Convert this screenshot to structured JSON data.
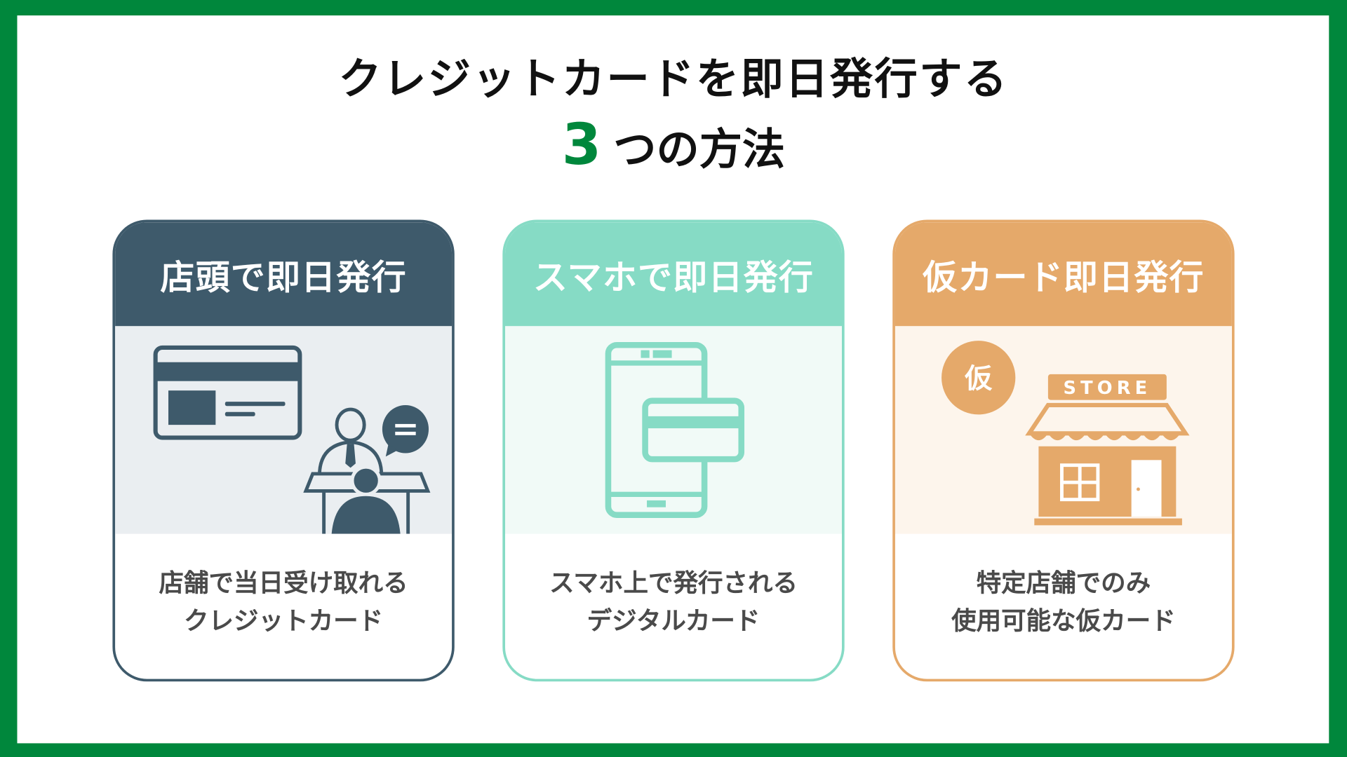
{
  "title": {
    "line1": "クレジットカードを即日発行する",
    "number": "3",
    "line2": "つの方法"
  },
  "colors": {
    "frame": "#00873C",
    "navy": "#3E5A6B",
    "mint": "#86DBC5",
    "orange": "#E5A96A"
  },
  "cards": [
    {
      "heading": "店頭で即日発行",
      "icon": "card-and-counter-icon",
      "desc1": "店舗で当日受け取れる",
      "desc2": "クレジットカード"
    },
    {
      "heading": "スマホで即日発行",
      "icon": "smartphone-card-icon",
      "desc1": "スマホ上で発行される",
      "desc2": "デジタルカード"
    },
    {
      "heading": "仮カード即日発行",
      "icon": "store-icon",
      "badge": "仮",
      "store_sign": "STORE",
      "desc1": "特定店舗でのみ",
      "desc2": "使用可能な仮カード"
    }
  ]
}
